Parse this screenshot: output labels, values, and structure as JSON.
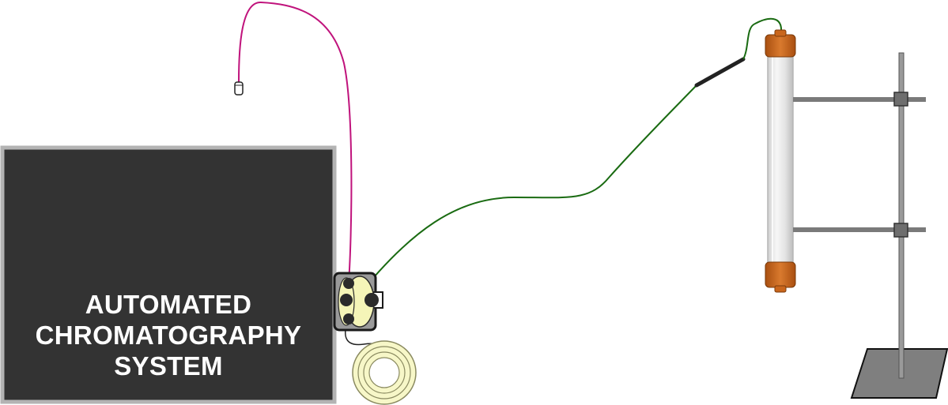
{
  "system": {
    "label_lines": [
      "AUTOMATED",
      "CHROMATOGRAPHY",
      "SYSTEM"
    ]
  },
  "colors": {
    "background": "#ffffff",
    "system_body": "#333333",
    "system_border": "#b3b3b3",
    "pink_tubing": "#c0137c",
    "green_tubing": "#1a6b12",
    "valve_fill": "#f5f5b8",
    "valve_frame": "#9a9a9a",
    "port": "#2b2b2b",
    "column_cap": "#c9661c",
    "column_glass": "#e8e8e8",
    "stand_metal": "#7a7a7a",
    "stand_base": "#7f7f7f",
    "coil_fill": "#f7f7c8"
  }
}
